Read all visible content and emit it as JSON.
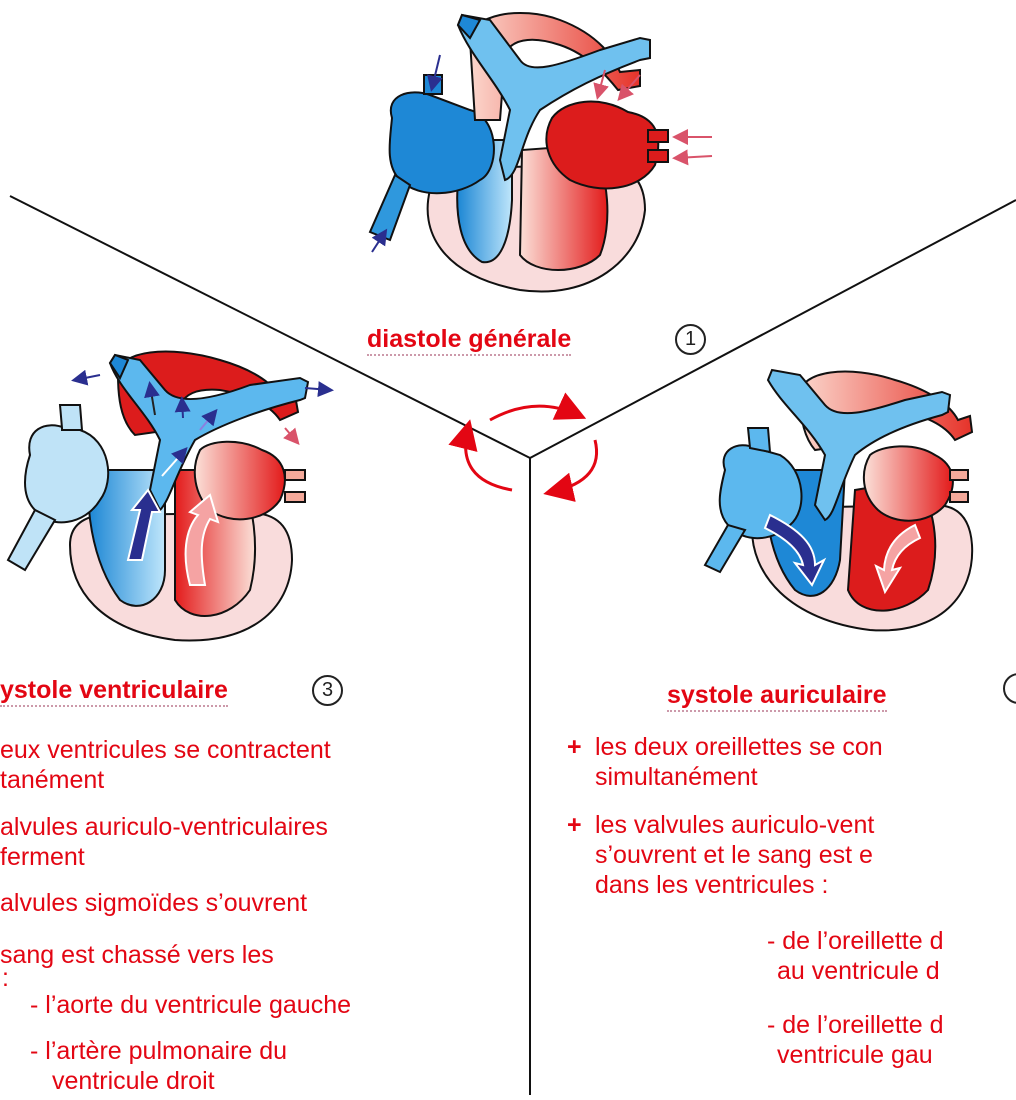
{
  "colors": {
    "red": "#e30613",
    "blue": "#1e88d6",
    "light_blue": "#8fd0f3",
    "pink": "#f9dcdc",
    "dark_red": "#c4001a",
    "navy": "#2a2f8f"
  },
  "phases": {
    "diastole": {
      "title": "diastole générale",
      "number": "1"
    },
    "ventricular": {
      "title": "ystole ventriculaire",
      "number": "3",
      "lines": [
        "eux ventricules se contractent",
        "tanément",
        "alvules auriculo-ventriculaires",
        "ferment",
        "alvules sigmoïdes s’ouvrent",
        "sang est chassé vers les",
        ":",
        "- l’aorte du ventricule gauche",
        "- l’artère pulmonaire du",
        "ventricule droit"
      ]
    },
    "atrial": {
      "title": "systole auriculaire",
      "lines": [
        "+",
        "les deux oreillettes se con",
        "simultanément",
        "+",
        "les valvules auriculo-vent",
        "s’ouvrent et le sang est e",
        "dans les ventricules :",
        "- de l’oreillette d",
        "au ventricule d",
        "- de l’oreillette d",
        "ventricule gau"
      ]
    }
  }
}
